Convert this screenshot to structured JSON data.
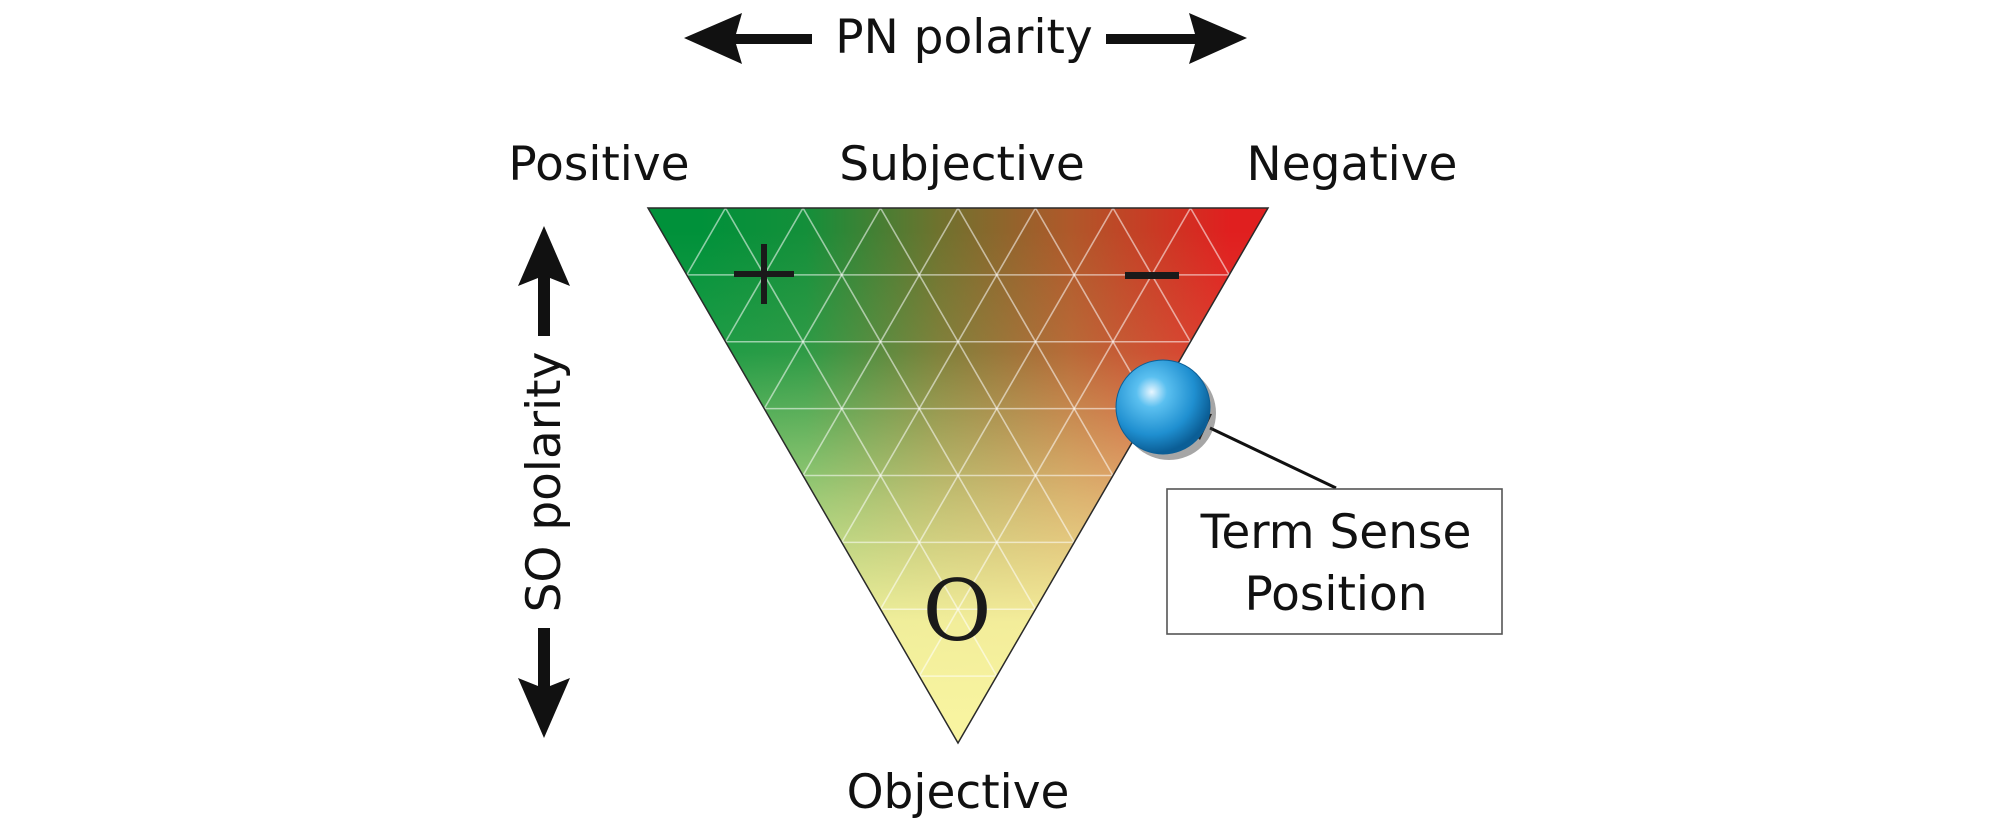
{
  "pn_axis": {
    "label": "PN polarity"
  },
  "so_axis": {
    "label": "SO polarity"
  },
  "corners": {
    "positive": "Positive",
    "subjective": "Subjective",
    "negative": "Negative",
    "objective": "Objective"
  },
  "symbols": {
    "plus": "+",
    "minus": "–",
    "objective": "O"
  },
  "callout": {
    "line1": "Term Sense",
    "line2": "Position"
  },
  "colors": {
    "positive": "#00913a",
    "negative": "#e01f1f",
    "objective": "#f8f4a0",
    "marker": "#1f8fd0"
  }
}
